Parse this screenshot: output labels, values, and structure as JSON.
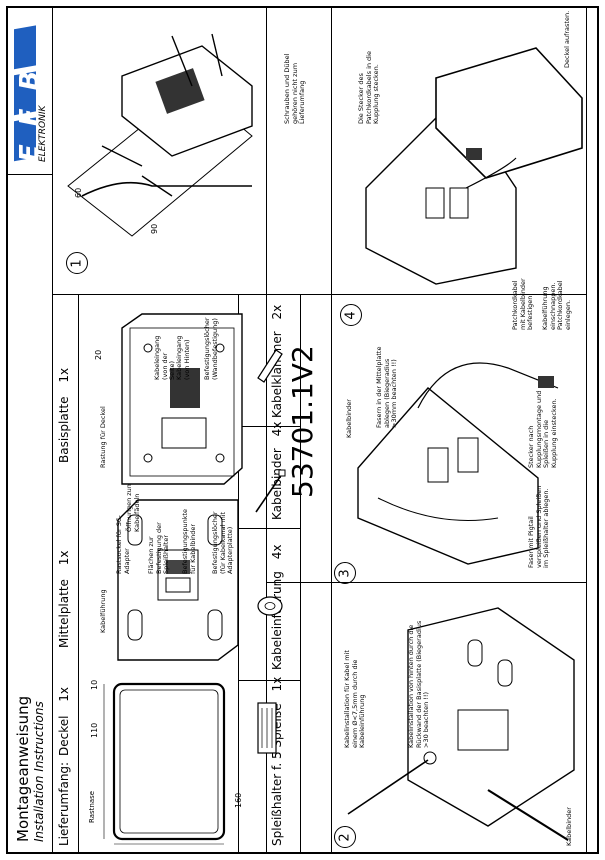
{
  "header": {
    "title_de": "Montageanweisung",
    "title_en": "Installation Instructions",
    "part_number": "53701.1V2",
    "logo_text": "EFB",
    "logo_sub": "ELEKTRONIK"
  },
  "scope": {
    "heading": "Lieferumfang:",
    "items": [
      {
        "label": "Deckel",
        "qty": "1x"
      },
      {
        "label": "Mittelplatte",
        "qty": "1x"
      },
      {
        "label": "Basisplatte",
        "qty": "1x"
      }
    ],
    "bottom_items": [
      {
        "label": "Spleißhalter f. 5 Spleiße",
        "qty": "1x"
      },
      {
        "label": "Kabeleinführung",
        "qty": "4x"
      },
      {
        "label": "Kabelbinder",
        "qty": "4x"
      },
      {
        "label": "Kabelklammer",
        "qty": "2x"
      }
    ],
    "cover": {
      "label": "Rastnase",
      "dim_w": "160",
      "dim_h": "110",
      "dim_d": "10"
    },
    "mid_notes": [
      "Kabelführung",
      "Rastsockel für SC-Adapter",
      "Öffnungen zum Kabelfädeln",
      "Flächen zur Befestigung der Spleißhalter",
      "Befestigungspunkte für Kabelbinder",
      "Befestigungslöcher (für Kabelkanal mit Adapterplatte)"
    ],
    "base_notes": [
      "Rastung für Deckel",
      "Kabeleingang (von der Seite)",
      "Kabeleingang (von Hinten)",
      "Befestigungslöcher (Wandbefestigung)"
    ],
    "base_dim": "20"
  },
  "steps": [
    {
      "num": "1",
      "notes": [
        "Schrauben und Dübel gehören nicht zum Lieferumfang"
      ],
      "dims": [
        "60",
        "90"
      ]
    },
    {
      "num": "2",
      "notes": [
        "Kabelinstallation für Kabel mit einem Ø<7,5mm durch die Kabeleinführung",
        "Kabelinstallation von hinten durch die Rückwand der Basisplatte (Biegeradius >30 beachten !!)",
        "Kabelbinder"
      ]
    },
    {
      "num": "3",
      "notes": [
        "Kabelbinder",
        "Fasern in der Mittelplatte ablegen (Biegeradius >30mm beachten !!)",
        "Stecker nach Kupplungsmontage und Spleißen in die Kupplung einstecken.",
        "Faser mit Pigtail verspleißen und Spleißen im Spleißhalter ablegen."
      ]
    },
    {
      "num": "4",
      "notes": [
        "Die Stecker des Patchkordkabels in die Kupplung stecken.",
        "Deckel aufrasten.",
        "Patchkordkabel mit Kabelbinder befestigen.",
        "Kabelführung einschnappen. Patchkordkabel einlegen."
      ]
    }
  ]
}
